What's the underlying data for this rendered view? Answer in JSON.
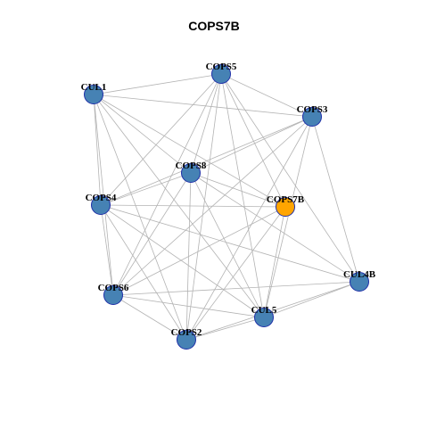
{
  "title": "COPS7B",
  "colors": {
    "node_fill": "#4682b4",
    "highlight_fill": "#ffa500",
    "node_stroke": "#1f2fa8",
    "edge": "#b3b3b3"
  },
  "nodes": [
    {
      "id": "COPS5",
      "label": "COPS5",
      "highlight": false
    },
    {
      "id": "CUL1",
      "label": "CUL1",
      "highlight": false
    },
    {
      "id": "COPS3",
      "label": "COPS3",
      "highlight": false
    },
    {
      "id": "COPS8",
      "label": "COPS8",
      "highlight": false
    },
    {
      "id": "COPS4",
      "label": "COPS4",
      "highlight": false
    },
    {
      "id": "COPS7B",
      "label": "COPS7B",
      "highlight": true
    },
    {
      "id": "CUL4B",
      "label": "CUL4B",
      "highlight": false
    },
    {
      "id": "COPS6",
      "label": "COPS6",
      "highlight": false
    },
    {
      "id": "CUL5",
      "label": "CUL5",
      "highlight": false
    },
    {
      "id": "COPS2",
      "label": "COPS2",
      "highlight": false
    }
  ],
  "edges": [
    [
      "CUL1",
      "COPS5"
    ],
    [
      "CUL1",
      "COPS3"
    ],
    [
      "CUL1",
      "COPS4"
    ],
    [
      "CUL1",
      "COPS6"
    ],
    [
      "CUL1",
      "COPS7B"
    ],
    [
      "CUL1",
      "COPS8"
    ],
    [
      "CUL1",
      "CUL5"
    ],
    [
      "CUL1",
      "COPS2"
    ],
    [
      "COPS5",
      "COPS3"
    ],
    [
      "COPS5",
      "COPS4"
    ],
    [
      "COPS5",
      "COPS6"
    ],
    [
      "COPS5",
      "COPS8"
    ],
    [
      "COPS5",
      "COPS7B"
    ],
    [
      "COPS5",
      "COPS2"
    ],
    [
      "COPS5",
      "CUL5"
    ],
    [
      "COPS5",
      "CUL4B"
    ],
    [
      "COPS3",
      "COPS8"
    ],
    [
      "COPS3",
      "COPS4"
    ],
    [
      "COPS3",
      "COPS6"
    ],
    [
      "COPS3",
      "COPS2"
    ],
    [
      "COPS3",
      "CUL5"
    ],
    [
      "COPS3",
      "CUL4B"
    ],
    [
      "COPS8",
      "COPS4"
    ],
    [
      "COPS8",
      "COPS7B"
    ],
    [
      "COPS8",
      "COPS6"
    ],
    [
      "COPS8",
      "COPS2"
    ],
    [
      "COPS8",
      "CUL5"
    ],
    [
      "COPS8",
      "CUL4B"
    ],
    [
      "COPS4",
      "COPS7B"
    ],
    [
      "COPS4",
      "COPS6"
    ],
    [
      "COPS4",
      "COPS2"
    ],
    [
      "COPS4",
      "CUL5"
    ],
    [
      "COPS4",
      "CUL4B"
    ],
    [
      "COPS7B",
      "COPS6"
    ],
    [
      "COPS7B",
      "COPS2"
    ],
    [
      "COPS7B",
      "CUL5"
    ],
    [
      "COPS6",
      "COPS2"
    ],
    [
      "COPS6",
      "CUL5"
    ],
    [
      "COPS6",
      "CUL4B"
    ],
    [
      "CUL4B",
      "COPS2"
    ],
    [
      "CUL4B",
      "CUL5"
    ],
    [
      "COPS2",
      "CUL5"
    ]
  ]
}
